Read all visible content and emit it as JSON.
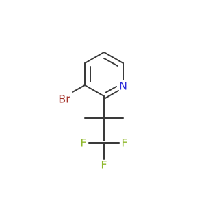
{
  "molecule": {
    "atoms": {
      "n1": {
        "symbol": "N",
        "color": "#2b2bd9"
      },
      "br": {
        "symbol": "Br",
        "color": "#a5322a"
      },
      "f1": {
        "symbol": "F",
        "color": "#8fb82c"
      },
      "f2": {
        "symbol": "F",
        "color": "#8fb82c"
      },
      "f3": {
        "symbol": "F",
        "color": "#8fb82c"
      }
    },
    "bond_color": "#3a3a3a"
  }
}
